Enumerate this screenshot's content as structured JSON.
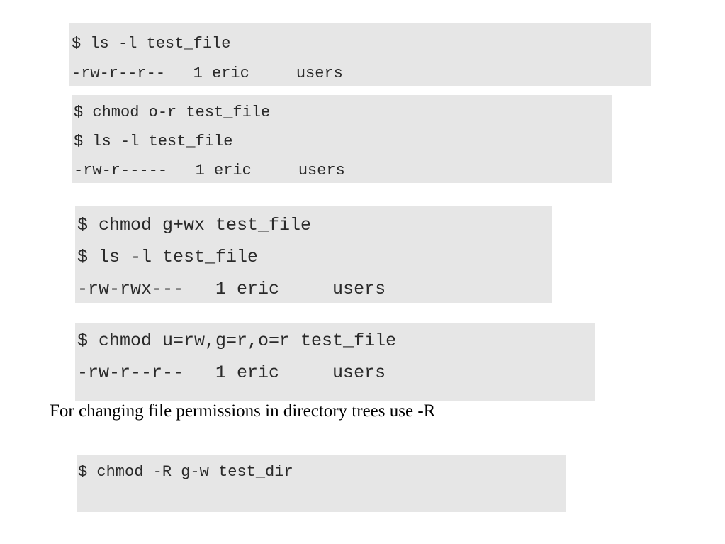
{
  "blocks": [
    {
      "lines": [
        "$ ls -l test_file",
        "-rw-r--r--   1 eric     users"
      ]
    },
    {
      "lines": [
        "$ chmod o-r test_file",
        "$ ls -l test_file",
        "-rw-r-----   1 eric     users"
      ]
    },
    {
      "lines": [
        "$ chmod g+wx test_file",
        "$ ls -l test_file",
        "-rw-rwx---   1 eric     users"
      ]
    },
    {
      "lines": [
        "$ chmod u=rw,g=r,o=r test_file",
        "-rw-r--r--   1 eric     users"
      ]
    }
  ],
  "note": {
    "text": "For changing file permissions in directory trees use -R",
    "end_mark": "."
  },
  "final_block": {
    "lines": [
      "$ chmod -R g-w test_dir"
    ]
  }
}
